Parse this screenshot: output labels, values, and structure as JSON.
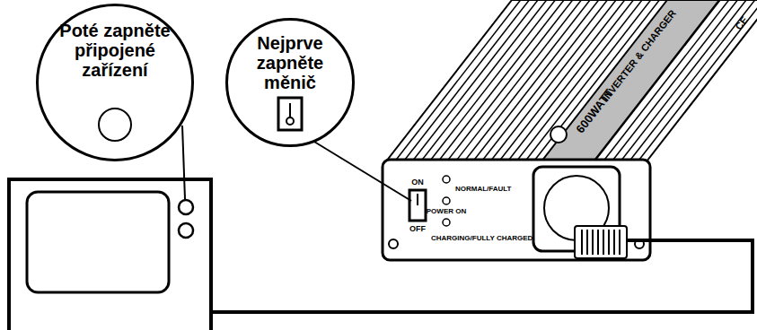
{
  "diagram": {
    "nodes": [
      {
        "text": [
          "Poté zapněte připojené zařízení"
        ]
      },
      {
        "text": [
          "Nejprve zapněte měnič"
        ]
      }
    ],
    "labels": [
      "CE",
      "600WATT",
      "INVERTER & CHARGER",
      "ON",
      "OFF",
      "NORMAL/FAULT",
      "POWER ON",
      "CHARGING/FULLY CHARGED"
    ]
  }
}
